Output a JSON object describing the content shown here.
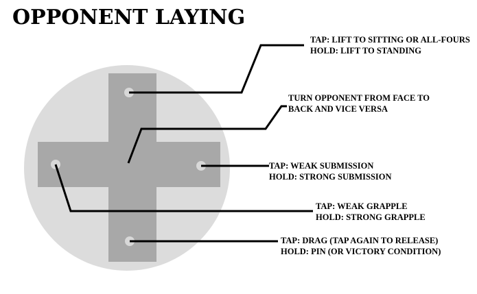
{
  "title": "OPPONENT LAYING",
  "colors": {
    "background": "#ffffff",
    "circle": "#dcdcdc",
    "cross": "#a8a8a8",
    "button": "#d8d8d8",
    "line": "#000000",
    "text": "#000000"
  },
  "annotations": {
    "top": {
      "line1": "TAP: LIFT TO SITTING OR ALL-FOURS",
      "line2": "HOLD: LIFT TO STANDING"
    },
    "center": {
      "line1": "TURN OPPONENT FROM FACE TO",
      "line2": "BACK AND VICE VERSA"
    },
    "right": {
      "line1": "TAP: WEAK SUBMISSION",
      "line2": "HOLD: STRONG SUBMISSION"
    },
    "left": {
      "line1": "TAP: WEAK GRAPPLE",
      "line2": "HOLD: STRONG GRAPPLE"
    },
    "bottom": {
      "line1": "TAP: DRAG (TAP AGAIN TO RELEASE)",
      "line2": "HOLD: PIN (OR VICTORY CONDITION)"
    }
  }
}
